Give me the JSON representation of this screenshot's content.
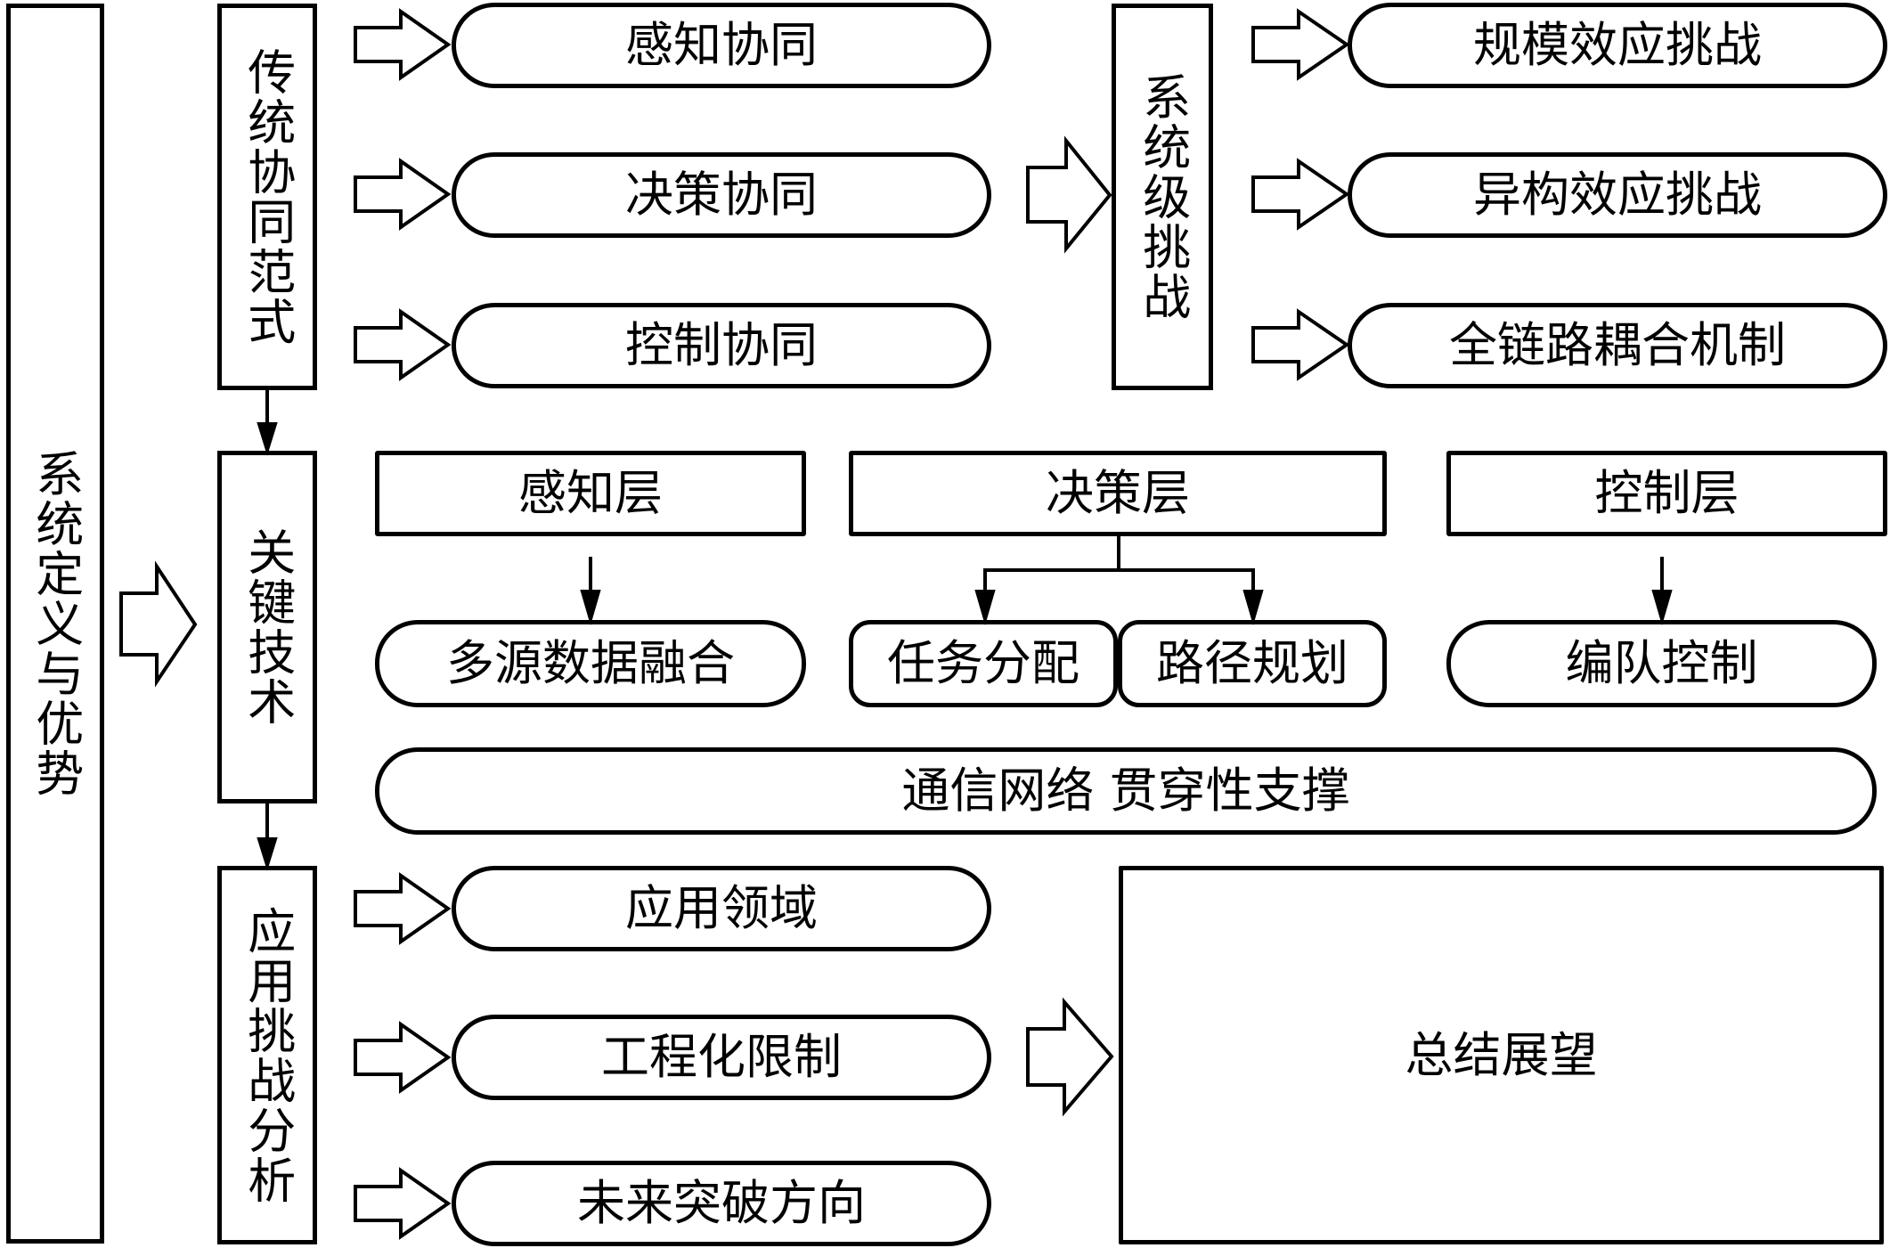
{
  "diagram": {
    "left_column": {
      "label": "系统定义与优势"
    },
    "stage_boxes": {
      "traditional": "传统协同范式",
      "key_tech": "关键技术",
      "application": "应用挑战分析"
    },
    "traditional_items": [
      "感知协同",
      "决策协同",
      "控制协同"
    ],
    "system_challenge": {
      "label": "系统级挑战",
      "items": [
        "规模效应挑战",
        "异构效应挑战",
        "全链路耦合机制"
      ]
    },
    "layers": {
      "perception": {
        "label": "感知层",
        "techs": [
          "多源数据融合"
        ]
      },
      "decision": {
        "label": "决策层",
        "techs": [
          "任务分配",
          "路径规划"
        ]
      },
      "control": {
        "label": "控制层",
        "techs": [
          "编队控制"
        ]
      }
    },
    "communication": "通信网络 贯穿性支撑",
    "application_items": [
      "应用领域",
      "工程化限制",
      "未来突破方向"
    ],
    "conclusion": "总结展望"
  }
}
